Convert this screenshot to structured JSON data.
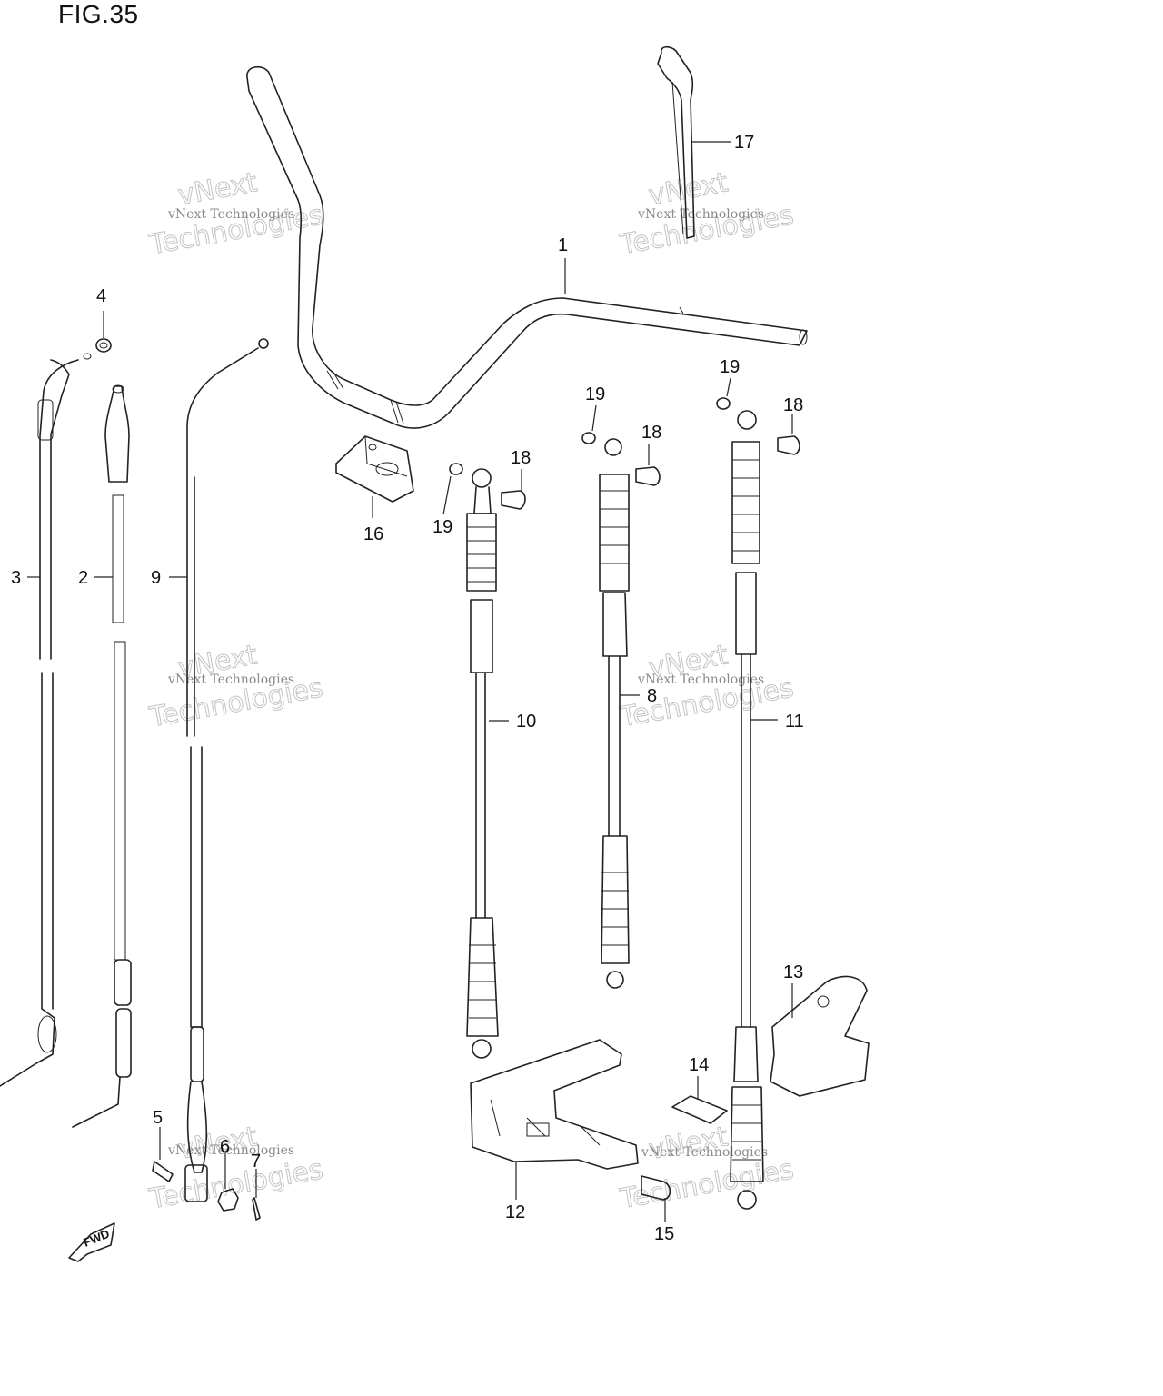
{
  "figure": {
    "title": "FIG.35"
  },
  "callouts": [
    "1",
    "2",
    "3",
    "4",
    "5",
    "6",
    "7",
    "8",
    "9",
    "10",
    "11",
    "12",
    "13",
    "14",
    "15",
    "16",
    "17",
    "18",
    "18",
    "18",
    "19",
    "19",
    "19"
  ],
  "watermark": {
    "company": "vNext Technologies",
    "line1": "vNext",
    "line2": "Technologies"
  },
  "direction_marker": {
    "label": "FWD"
  }
}
